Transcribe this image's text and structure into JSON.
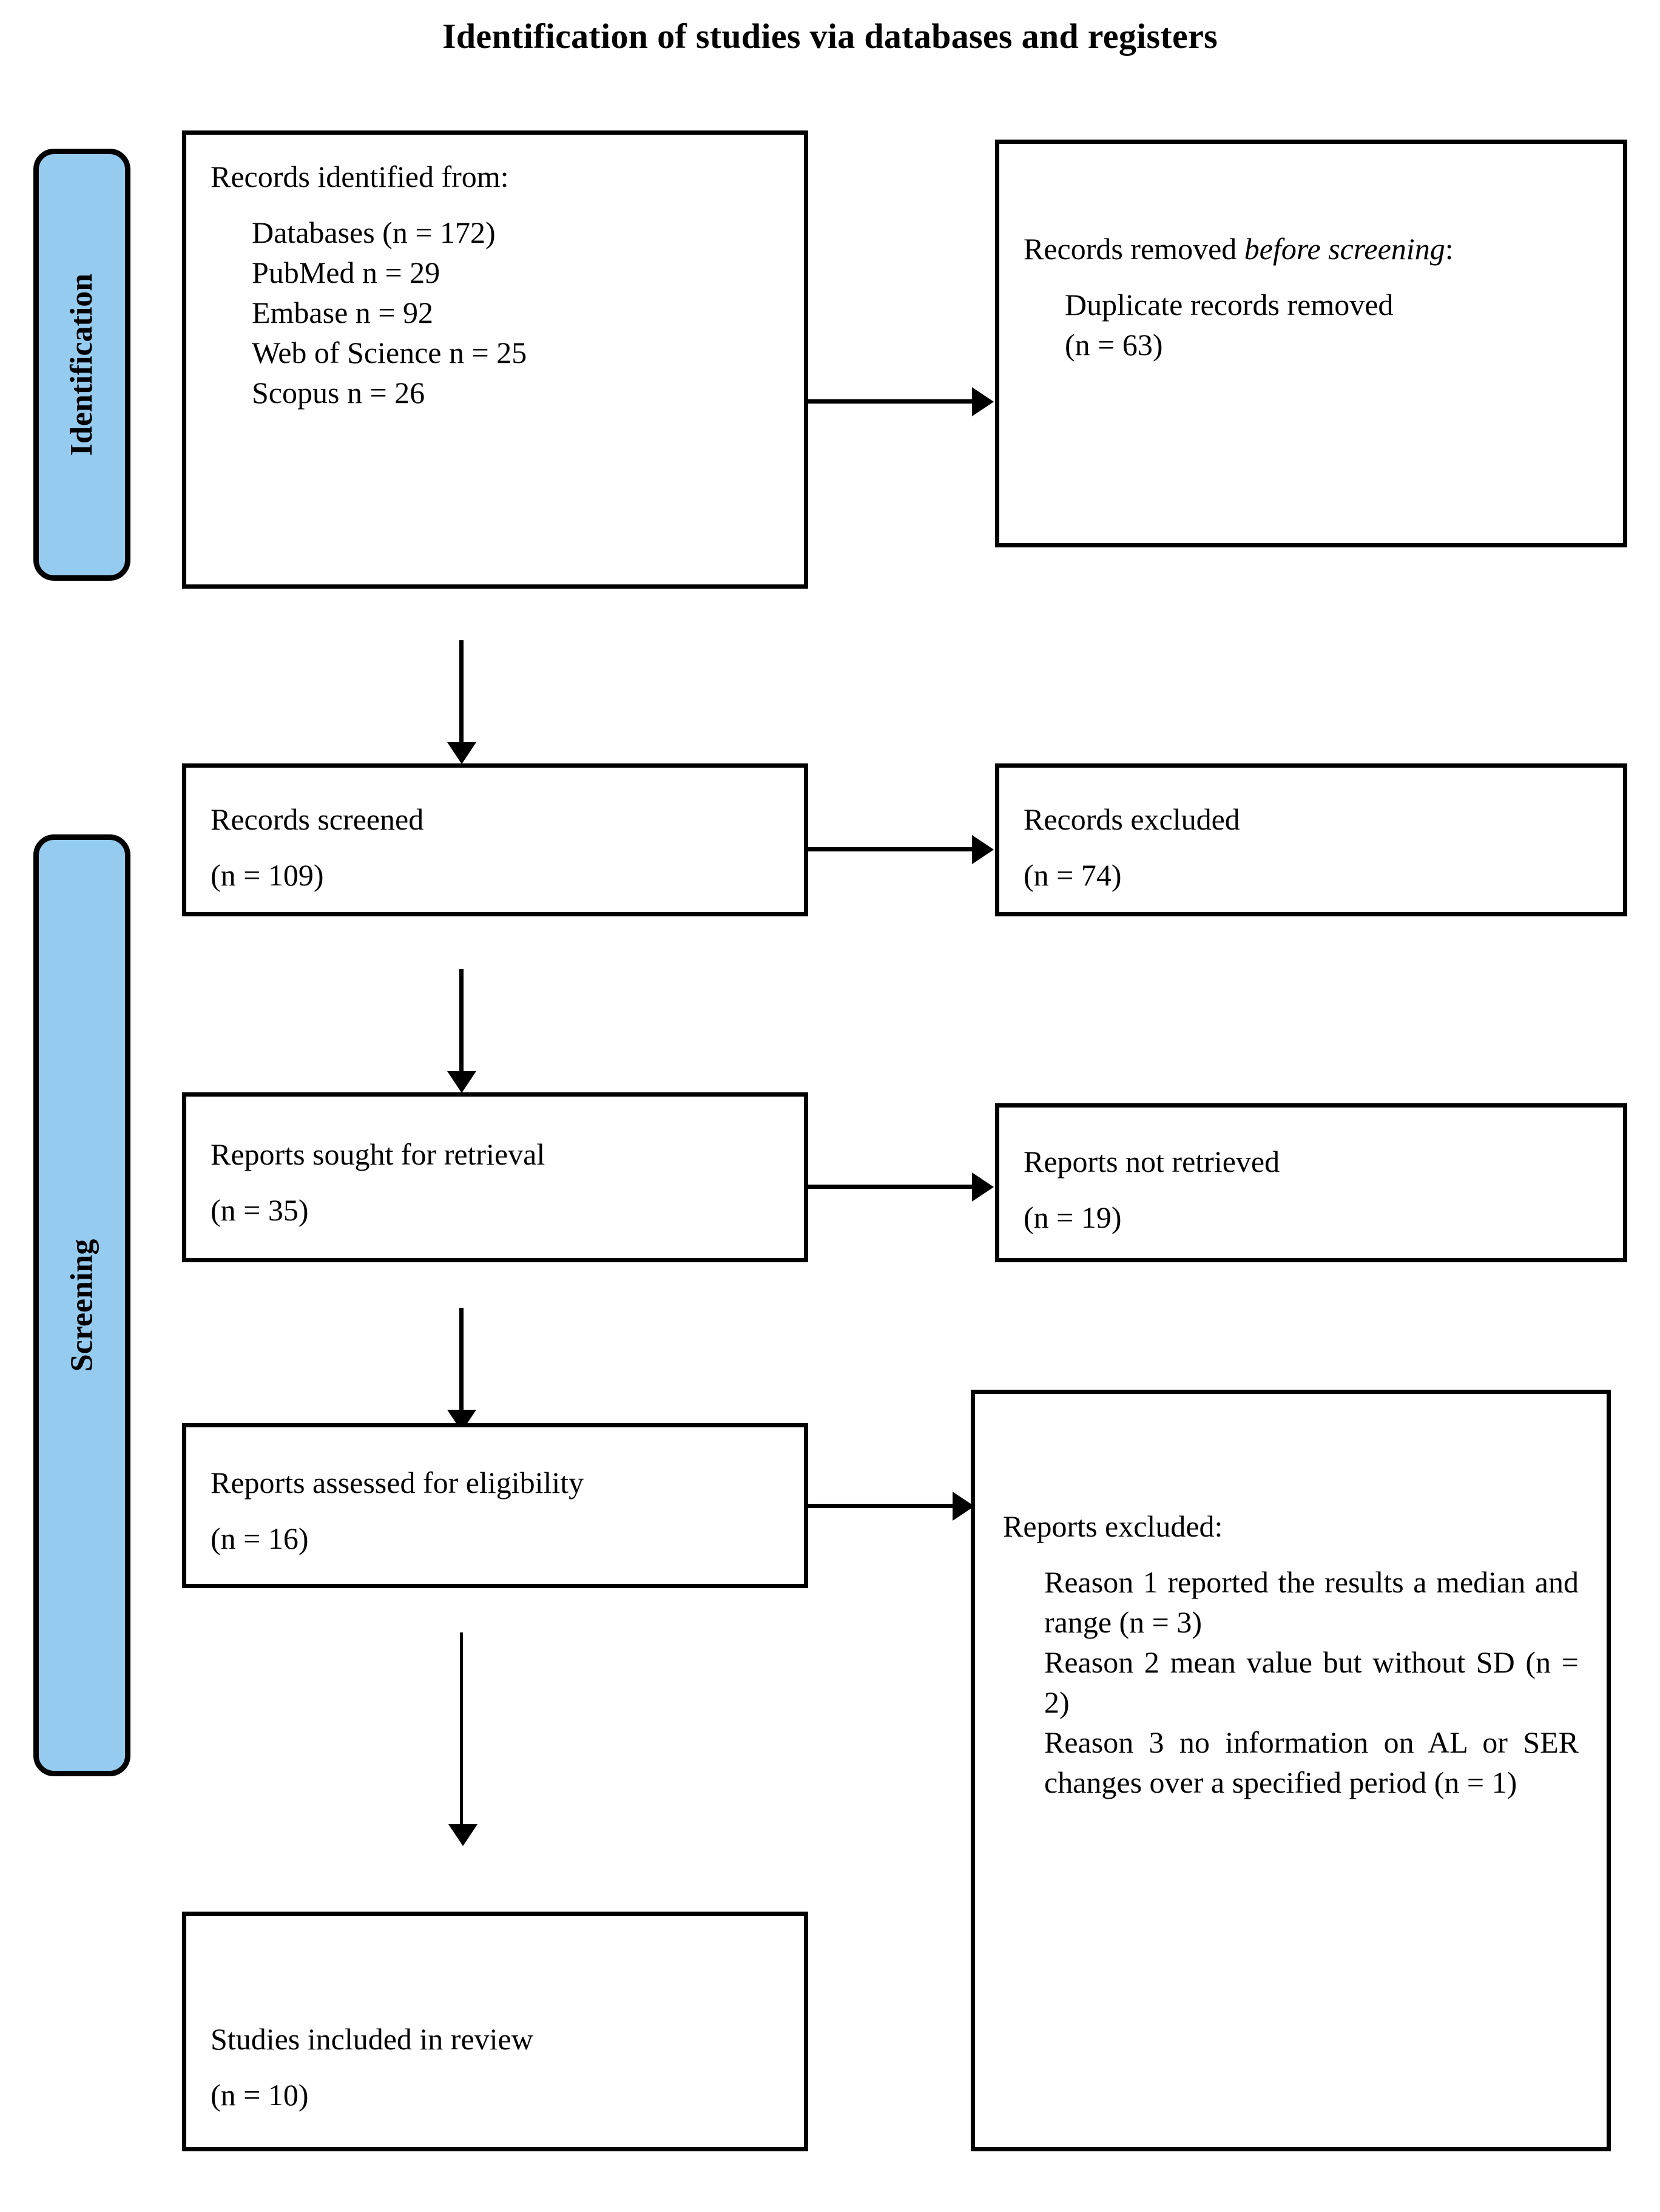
{
  "diagram": {
    "title": "Identification of studies via databases and registers",
    "phases": [
      {
        "id": "identification",
        "label": "Identification"
      },
      {
        "id": "screening",
        "label": "Screening"
      }
    ],
    "boxes": {
      "records_identified": {
        "heading": "Records identified from:",
        "lines": [
          "Databases (n = 172)",
          "PubMed n = 29",
          "Embase n = 92",
          "Web of Science n = 25",
          "Scopus n = 26"
        ]
      },
      "records_removed": {
        "heading_prefix": "Records removed ",
        "heading_italic": "before screening",
        "heading_suffix": ":",
        "lines": [
          "Duplicate records removed",
          "(n = 63)"
        ]
      },
      "records_screened": {
        "line1": "Records screened",
        "line2": "(n = 109)"
      },
      "records_excluded": {
        "line1": "Records excluded",
        "line2": "(n = 74)"
      },
      "reports_sought": {
        "line1": "Reports sought for retrieval",
        "line2": "(n = 35)"
      },
      "reports_not_retrieved": {
        "line1": "Reports not retrieved",
        "line2": "(n = 19)"
      },
      "reports_assessed": {
        "line1": "Reports assessed for eligibility",
        "line2": "(n = 16)"
      },
      "reports_excluded": {
        "heading": "Reports excluded:",
        "reasons": [
          "Reason 1 reported the results a median and range (n = 3)",
          "Reason 2 mean value but without SD (n = 2)",
          "Reason 3 no information on AL or SER changes over a specified period (n = 1)"
        ]
      },
      "studies_included": {
        "line1": "Studies included in review",
        "line2": "(n = 10)"
      }
    },
    "colors": {
      "phase_bar_fill": "#96CBF0",
      "border": "#000000",
      "background": "#FFFFFF"
    }
  }
}
